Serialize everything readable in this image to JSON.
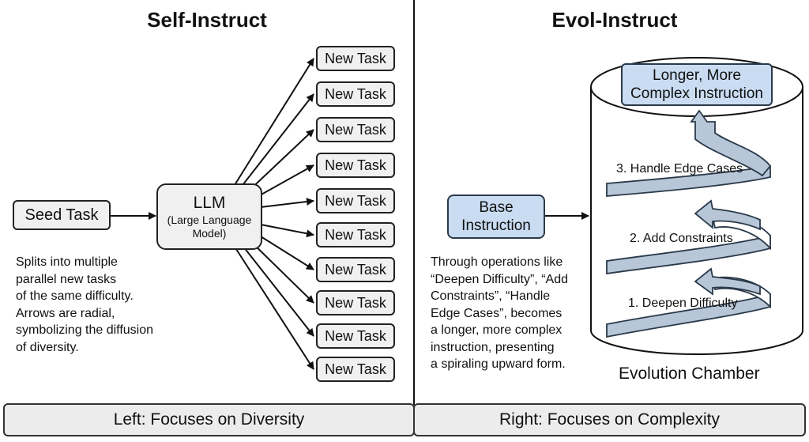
{
  "left": {
    "title": "Self-Instruct",
    "seed_task": "Seed Task",
    "llm_title": "LLM",
    "llm_subtitle": "(Large Language Model)",
    "new_tasks": [
      "New Task",
      "New Task",
      "New Task",
      "New Task",
      "New Task",
      "New Task",
      "New Task",
      "New Task",
      "New Task",
      "New Task"
    ],
    "note_lines": [
      "Splits into multiple",
      "parallel new tasks",
      "of the same difficulty.",
      "Arrows are radial,",
      "symbolizing the diffusion",
      "of diversity."
    ]
  },
  "right": {
    "title": "Evol-Instruct",
    "base_instruction": "Base Instruction",
    "top_instruction": "Longer, More Complex Instruction",
    "steps": [
      "1. Deepen Difficulty",
      "2. Add Constraints",
      "3. Handle Edge Cases"
    ],
    "chamber_label": "Evolution Chamber",
    "note_lines": [
      "Through operations like",
      "“Deepen Difficulty”, “Add",
      "Constraints”, “Handle",
      "Edge Cases”, becomes",
      "a longer, more complex",
      "instruction, presenting",
      "a spiraling upward form."
    ]
  },
  "footer": {
    "left": "Left: Focuses on Diversity",
    "right": "Right: Focuses on Complexity"
  },
  "colors": {
    "node_fill": "#f0f0f0",
    "blue_fill": "#c9dcf1",
    "spiral_fill": "#b8c7d8"
  }
}
